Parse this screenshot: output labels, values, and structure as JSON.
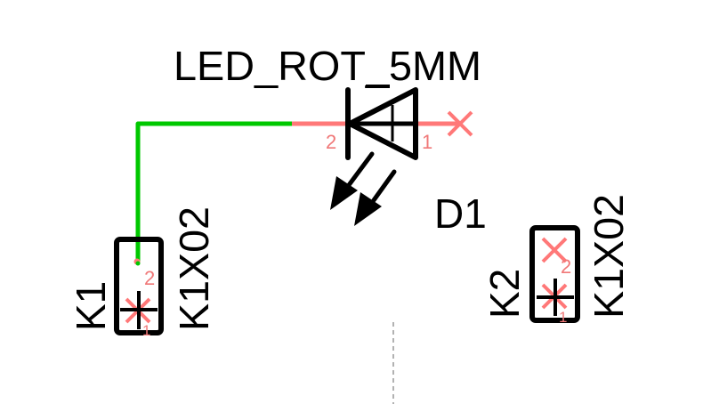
{
  "schematic": {
    "colors": {
      "net": "#00c800",
      "pin": "#ff7878",
      "symbol": "#000000",
      "unconnected_marker": "#ff7878",
      "frame_dash": "#999999"
    },
    "parts": [
      {
        "name": "D1",
        "value": "LED_ROT_5MM",
        "type": "led",
        "pins": [
          {
            "number": "2",
            "connected": true
          },
          {
            "number": "1",
            "connected": false
          }
        ]
      },
      {
        "name": "K1",
        "value": "K1X02",
        "type": "connector",
        "pins": [
          {
            "number": "2",
            "connected": true
          },
          {
            "number": "1",
            "connected": false
          }
        ]
      },
      {
        "name": "K2",
        "value": "K1X02",
        "type": "connector",
        "pins": [
          {
            "number": "2",
            "connected": false
          },
          {
            "number": "1",
            "connected": false
          }
        ]
      }
    ],
    "nets": [
      {
        "from": "D1.2",
        "to": "K1.2"
      }
    ]
  }
}
